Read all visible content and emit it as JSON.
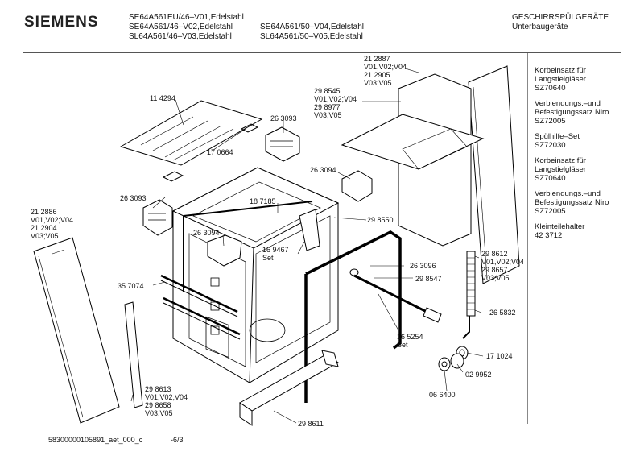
{
  "header": {
    "brand": "SIEMENS",
    "models_left": [
      "SE64A561EU/46–V01,Edelstahl",
      "SE64A561/46–V02,Edelstahl",
      "SL64A561/46–V03,Edelstahl"
    ],
    "models_right": [
      "SE64A561/50–V04,Edelstahl",
      "SL64A561/50–V05,Edelstahl"
    ],
    "category": "GESCHIRRSPÜLGERÄTE",
    "subcategory": "Unterbaugeräte"
  },
  "parts": {
    "p114294": "11 4294",
    "p170664": "17 0664",
    "p263093a": "26 3093",
    "p263093b": "26 3093",
    "p263094a": "26 3094",
    "p263094b": "26 3094",
    "p187185": "18 7185",
    "p298550": "29 8550",
    "p169467": [
      "16 9467",
      "Set"
    ],
    "p357074": "35 7074",
    "p263096": "26 3096",
    "p298547": "29 8547",
    "p165254": [
      "16 5254",
      "Set"
    ],
    "p212886": [
      "21 2886",
      "V01,V02;V04",
      "21 2904",
      "V03;V05"
    ],
    "p212887": [
      "21 2887",
      "V01,V02;V04",
      "21 2905",
      "V03;V05"
    ],
    "p298545": [
      "29 8545",
      "V01,V02;V04",
      "29 8977",
      "V03;V05"
    ],
    "p298612": [
      "29 8612",
      "V01,V02;V04",
      "29 8657",
      "V03;V05"
    ],
    "p298613": [
      "29 8613",
      "V01,V02;V04",
      "29 8658",
      "V03;V05"
    ],
    "p298611": "29 8611",
    "p265832": "26 5832",
    "p171024": "17 1024",
    "p029952": "02 9952",
    "p066400": "06 6400"
  },
  "sidebar": [
    [
      "Korbeinsatz für",
      "Langstielgläser",
      "SZ70640"
    ],
    [
      "Verblendungs.–und",
      "Befestigungssatz Niro",
      "SZ72005"
    ],
    [
      "Spülhilfe–Set",
      "SZ72030"
    ],
    [
      "Korbeinsatz für",
      "Langstielgläser",
      "SZ70640"
    ],
    [
      "Verblendungs.–und",
      "Befestigungssatz Niro",
      "SZ72005"
    ],
    [
      "Kleinteilehalter",
      "42 3712"
    ]
  ],
  "footer": {
    "code": "58300000105891_aet_000_c",
    "page": "-6/3"
  }
}
